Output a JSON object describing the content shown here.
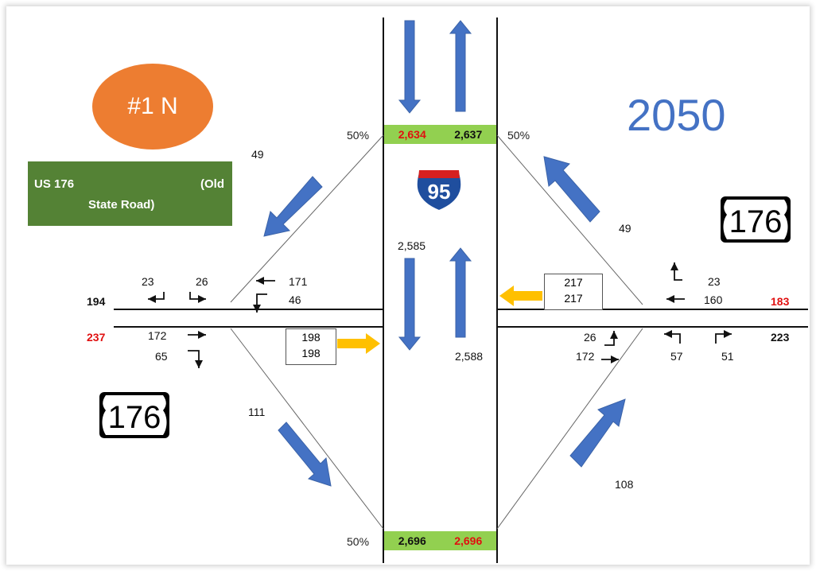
{
  "badge": "#1 N",
  "road_name": {
    "line1": "US 176",
    "line2": "(Old",
    "line3": "State Road)"
  },
  "year": "2050",
  "interstate": "95",
  "us_route": "176",
  "mainline": {
    "north_left": "2,634",
    "north_right": "2,637",
    "south_left": "2,696",
    "south_right": "2,696",
    "mid_left": "2,585",
    "mid_right": "2,588"
  },
  "percents": {
    "nw": "50%",
    "ne": "50%",
    "sw": "50%"
  },
  "ramps": {
    "nw": "49",
    "ne": "49",
    "sw": "111",
    "se": "108"
  },
  "left_west": {
    "volume_top": "194",
    "volume_bottom": "237"
  },
  "right_east": {
    "volume_top": "183",
    "volume_bottom": "223"
  },
  "turns_west": {
    "t23": "23",
    "t26": "26",
    "t172": "172",
    "t65": "65"
  },
  "turns_westramp": {
    "t171": "171",
    "t46": "46"
  },
  "box_west": {
    "top": "198",
    "bottom": "198"
  },
  "box_east": {
    "top": "217",
    "bottom": "217"
  },
  "turns_east": {
    "t23": "23",
    "t160": "160",
    "t57": "57",
    "t51": "51"
  },
  "turns_eastramp": {
    "t26": "26",
    "t172": "172"
  },
  "colors": {
    "arrow_blue": "#4472c4",
    "arrow_yellow": "#ffc000",
    "bar_green": "#92d050",
    "badge_orange": "#ed7d31",
    "title_green": "#548235",
    "accent_red": "#e01010"
  }
}
